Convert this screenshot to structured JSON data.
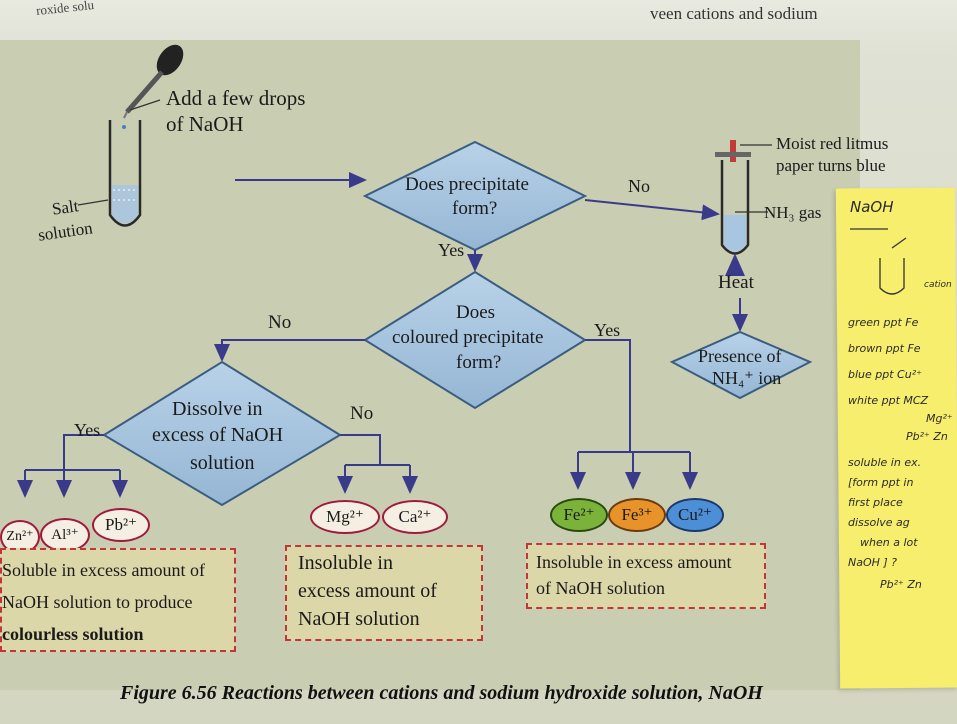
{
  "top_left_fragment": "roxide solu",
  "top_right_fragment": "veen cations and sodium",
  "add_drops_line1": "Add a few drops",
  "add_drops_line2": "of NaOH",
  "salt_label_1": "Salt",
  "salt_label_2": "solution",
  "q1_line1": "Does precipitate",
  "q1_line2": "form?",
  "no_label_1": "No",
  "yes_label_1": "Yes",
  "litmus_line1": "Moist red litmus",
  "litmus_line2": "paper turns blue",
  "nh3_gas": "NH₃ gas",
  "heat": "Heat",
  "presence_line1": "Presence of",
  "presence_line2": "NH₄⁺ ion",
  "q2_line1": "Does",
  "q2_line2": "coloured precipitate",
  "q2_line3": "form?",
  "no_label_2": "No",
  "yes_label_2": "Yes",
  "q3_line1": "Dissolve in",
  "q3_line2": "excess of NaOH",
  "q3_line3": "solution",
  "yes_label_3": "Yes",
  "no_label_3": "No",
  "ions_soluble": [
    "Zn²⁺",
    "Al³⁺",
    "Pb²⁺"
  ],
  "ions_insoluble": [
    "Mg²⁺",
    "Ca²⁺"
  ],
  "ions_coloured": [
    "Fe²⁺",
    "Fe³⁺",
    "Cu²⁺"
  ],
  "box1_line1": "Soluble in excess amount of",
  "box1_line2": "NaOH solution to produce",
  "box1_line3": "colourless solution",
  "box2_line1": "Insoluble in",
  "box2_line2": "excess amount of",
  "box2_line3": "NaOH solution",
  "box3_line1": "Insoluble in excess amount",
  "box3_line2": "of NaOH solution",
  "caption": "Figure 6.56 Reactions between cations and sodium hydroxide solution, NaOH",
  "notes": {
    "title": "NaOH",
    "cation": "cation",
    "lines": [
      "green ppt Fe",
      "brown ppt Fe",
      "blue ppt Cu²⁺",
      "white ppt MCZ",
      "Mg²⁺",
      "Pb²⁺ Zn",
      "soluble in ex.",
      "[form ppt in",
      "first place",
      "dissolve ag",
      "when a lot",
      "NaOH ] ?",
      "Pb²⁺ Zn"
    ]
  },
  "colors": {
    "diamond_fill": "#a9c6e0",
    "diamond_stroke": "#3a5d80",
    "arrow": "#3a3a8a",
    "fe2": "#7bb33a",
    "fe3": "#e8922a",
    "cu2": "#4d8fd6",
    "ion_border": "#a01a3c"
  }
}
